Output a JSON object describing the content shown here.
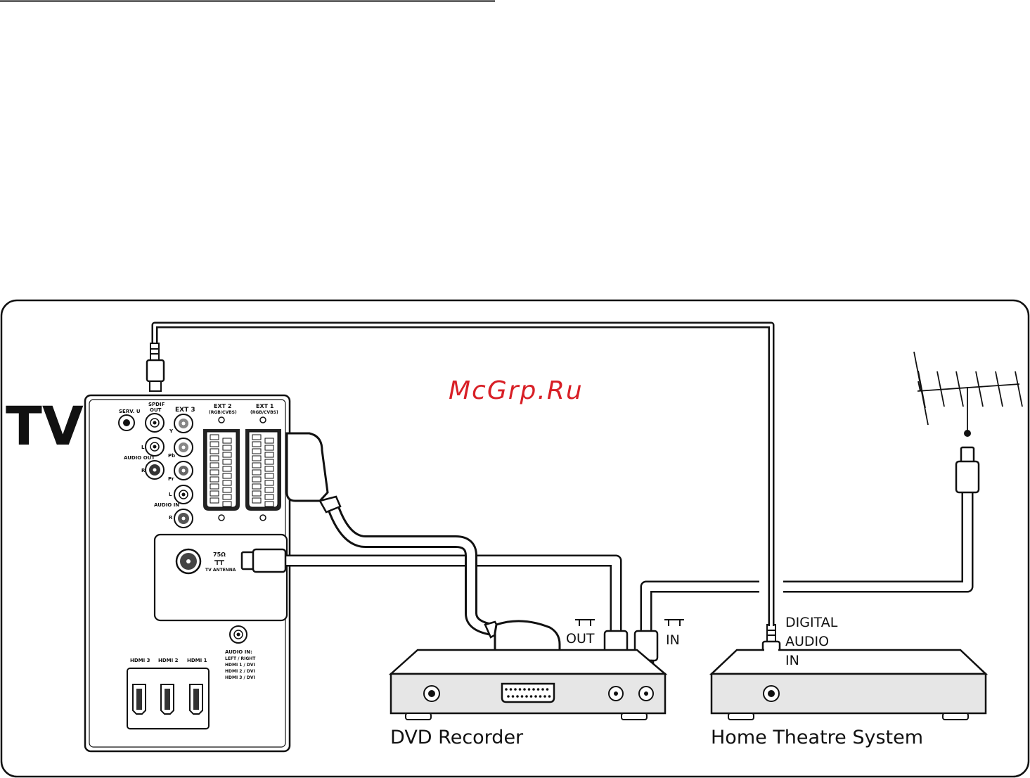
{
  "title": "TV",
  "watermark": "McGrp.Ru",
  "devices": {
    "dvd": "DVD Recorder",
    "hts": "Home Theatre System"
  },
  "dvd_ports": {
    "out_label": "OUT",
    "in_label": "IN"
  },
  "hts_input": {
    "line1": "DIGITAL",
    "line2": "AUDIO",
    "line3": "IN"
  },
  "tv_panel": {
    "serv_u": "SERV. U",
    "spdif_1": "SPDIF",
    "spdif_2": "OUT",
    "audio_out": "AUDIO OUT",
    "ext3": "EXT 3",
    "y": "Y",
    "pb": "Pb",
    "pr": "Pr",
    "l_out": "L",
    "r_out": "R",
    "l_in": "L",
    "r_in": "R",
    "audio_in": "AUDIO IN",
    "ext2": "EXT 2",
    "ext2_sub": "(RGB/CVBS)",
    "ext1": "EXT 1",
    "ext1_sub": "(RGB/CVBS)",
    "ohm": "75Ω",
    "tv_antenna": "TV ANTENNA",
    "hdmi3": "HDMI 3",
    "hdmi2": "HDMI 2",
    "hdmi1": "HDMI 1",
    "audio_in_hdmi": [
      "AUDIO IN:",
      "LEFT / RIGHT",
      "HDMI 1 / DVI",
      "HDMI 2 / DVI",
      "HDMI 3 / DVI"
    ]
  }
}
